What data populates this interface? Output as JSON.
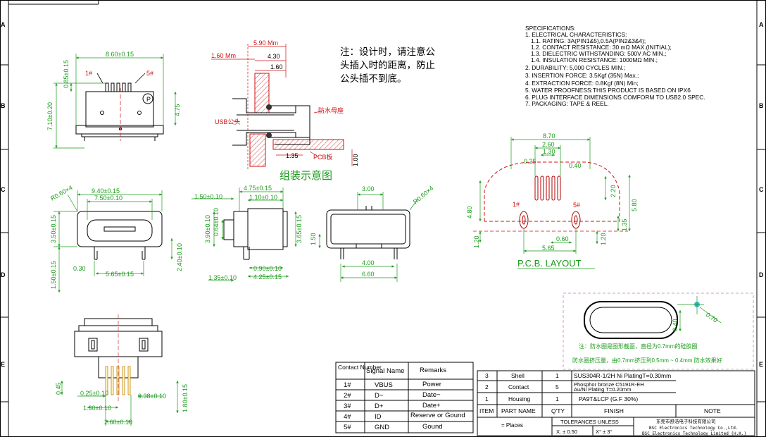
{
  "frame": {
    "rows_left": [
      "A",
      "B",
      "C",
      "D",
      "E"
    ],
    "rows_right": [
      "A",
      "B",
      "C",
      "D",
      "E"
    ]
  },
  "specifications": {
    "title": "SPECIFICATIONS:",
    "lines": [
      "1. ELECTRICAL CHARACTERISTICS:",
      "1.1. RATING: 3A(PIN1&5),0.5A(PIN2&3&4);",
      "1.2. CONTACT RESISTANCE: 30 mΩ MAX.(INITIAL);",
      "1.3. DIELECTRIC WITHSTANDING: 500V AC MIN.;",
      "1.4. INSULATION RESISTANCE: 1000MΩ MIN.;",
      "2. DURABILITY: 5,000 CYCLES MIN.;",
      "3. INSERTION FORCE: 3.5Kgf (35N) Max.;",
      "4. EXTRACTION FORCE: 0.8Kgf (8N) Min;",
      "5. WATER PROOFNESS:THIS PRODUCT IS BASED ON IPX6",
      "6. PLUG INTERFACE DIMENSIONS COMFORM TO USB2.0 SPEC.",
      "7. PACKAGING: TAPE & REEL."
    ]
  },
  "note_cn": [
    "注：设计时，请注意公",
    "头插入时的距离，防止",
    "公头插不到底。"
  ],
  "assembly": {
    "title": "组装示意图",
    "usb_label": "USB公头",
    "waterproof_label": "防水母座",
    "pcb_label": "PCB板",
    "dims": [
      "5.90 Mm",
      "1.60 Mm",
      "4.30",
      "1.60",
      "1.35",
      "1.00"
    ]
  },
  "top_view": {
    "dims": [
      "8.60±0.15",
      "0.85±0.15",
      "7.10±0.20",
      "4.75"
    ],
    "pins": [
      "1#",
      "5#"
    ]
  },
  "front_view": {
    "dims": [
      "9.40±0.15",
      "7.50±0.10",
      "R0.60×4",
      "3.50±0.15",
      "1.50±0.15",
      "0.30",
      "5.65±0.15",
      "2.40±0.10"
    ]
  },
  "side_view": {
    "dims": [
      "4.75±0.15",
      "1.50±0.10",
      "1.10±0.10",
      "3.90±0.10",
      "0.64±0.10",
      "3.65±0.15",
      "0.90±0.10",
      "4.25±0.15",
      "1.35±0.10"
    ]
  },
  "rear_view": {
    "dims": [
      "3.00",
      "R0.60×4",
      "1.50",
      "4.00",
      "6.60"
    ]
  },
  "pcb_layout": {
    "title": "P.C.B. LAYOUT",
    "dims": [
      "8.70",
      "2.60",
      "1.30",
      "0.25",
      "0.40",
      "2.20",
      "4.80",
      "5.80",
      "1.20",
      "1.35",
      "1.20",
      "0.60",
      "5.65"
    ],
    "pins": [
      "1#",
      "5#"
    ]
  },
  "bottom_view": {
    "dims": [
      "0.25±0.10",
      "0.38±0.10",
      "1.30±0.10",
      "2.60±0.10",
      "0.45",
      "1.80±0.15"
    ]
  },
  "waterproof_box": {
    "note1": "注：防水圈是图形截面，直径为0.7mm的硅胶圈",
    "note2": "防水圈挤压量，由0.7mm挤压到0.5mm ~ 0.4mm 防水效果好",
    "dims": [
      "0.70",
      "0.40"
    ]
  },
  "pin_table": {
    "headers": [
      "Contact Number",
      "Signal Name",
      "Remarks"
    ],
    "rows": [
      [
        "1#",
        "VBUS",
        "Power"
      ],
      [
        "2#",
        "D−",
        "Date−"
      ],
      [
        "3#",
        "D+",
        "Date+"
      ],
      [
        "4#",
        "ID",
        "Reserve or Gound"
      ],
      [
        "5#",
        "GND",
        "Gound"
      ]
    ]
  },
  "bom_table": {
    "rows": [
      [
        "3",
        "Shell",
        "1",
        "SUS304R-1/2H  Ni  PlatingT=0.30mm"
      ],
      [
        "2",
        "Contact",
        "5",
        "Phosphor bronze C5191R-EH\nAu/Ni  Plating  T=0.20mm"
      ],
      [
        "1",
        "Housing",
        "1",
        "PA9T&LCP (G.F 30%)"
      ]
    ],
    "headers": [
      "ITEM",
      "PART NAME",
      "Q'TY",
      "FINISH",
      "NOTE"
    ]
  },
  "tolerance": {
    "title": "TOLERANCES UNLESS",
    "places": "= Places",
    "x1": "X. ± 0.50",
    "x2": "X°  ± 3°"
  },
  "company": {
    "cn": "东莞市舒浩电子科技有限公司",
    "en1": "BSC Electronics Technology Co.,Ltd.",
    "en2": "BSC Electronics Technology Limited (H.K.)"
  }
}
